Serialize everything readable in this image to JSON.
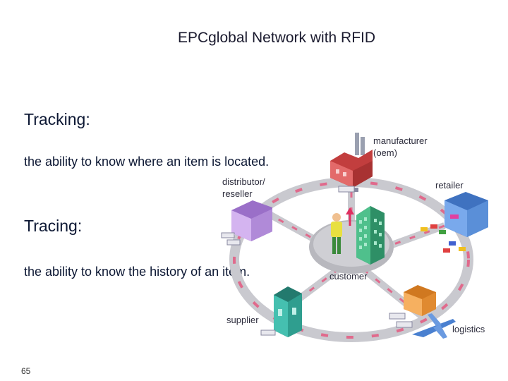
{
  "slide": {
    "title": "EPCglobal Network with RFID",
    "page_number": "65"
  },
  "sections": [
    {
      "heading": "Tracking:",
      "description": "the ability to know where an item is located."
    },
    {
      "heading": "Tracing:",
      "description": "the ability to know the history of an item."
    }
  ],
  "diagram": {
    "labels": {
      "manufacturer_line1": "manufacturer",
      "manufacturer_line2": "(oem)",
      "distributor_line1": "distributor/",
      "distributor_line2": "reseller",
      "retailer": "retailer",
      "customer": "customer",
      "supplier": "supplier",
      "logistics": "logistics"
    },
    "colors": {
      "ring": "#c9c9cf",
      "ring_dash": "#e06a8c",
      "hub": "#b8b8be",
      "factory": "#d94f4f",
      "distributor": "#c8a0e8",
      "retailer": "#5a8fd8",
      "customer_person": "#e8e040",
      "office": "#3da67a",
      "supplier": "#2f9e8f",
      "logistics": "#f39a3c"
    },
    "icons": [
      "factory-icon",
      "warehouse-icon",
      "store-icon",
      "person-icon",
      "office-building-icon",
      "supplier-building-icon",
      "warehouse-boxes-icon",
      "airplane-icon",
      "truck-icon",
      "cars-icon"
    ]
  }
}
